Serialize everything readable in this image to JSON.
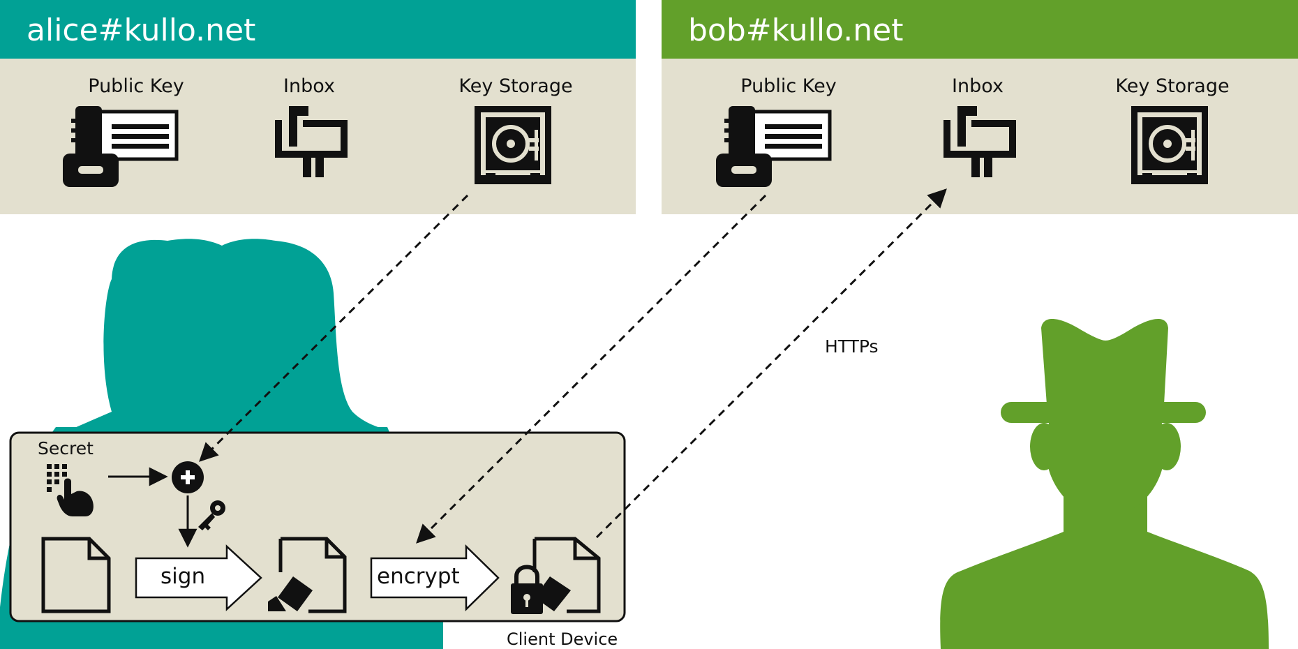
{
  "alice": {
    "address": "alice#kullo.net",
    "color": "#01a195",
    "columns": [
      "Public Key",
      "Inbox",
      "Key Storage"
    ]
  },
  "bob": {
    "address": "bob#kullo.net",
    "color": "#62a02a",
    "columns": [
      "Public Key",
      "Inbox",
      "Key Storage"
    ]
  },
  "panel_color": "#e3e0cf",
  "client_device": {
    "caption": "Client Device",
    "secret_label": "Secret",
    "sign_label": "sign",
    "encrypt_label": "encrypt"
  },
  "connection": {
    "label": "HTTPs"
  },
  "icons": [
    "public-key-icon",
    "inbox-icon",
    "key-storage-icon",
    "keypad-touch-icon",
    "combine-icon",
    "key-icon",
    "document-icon",
    "signed-document-icon",
    "encrypted-document-icon"
  ]
}
